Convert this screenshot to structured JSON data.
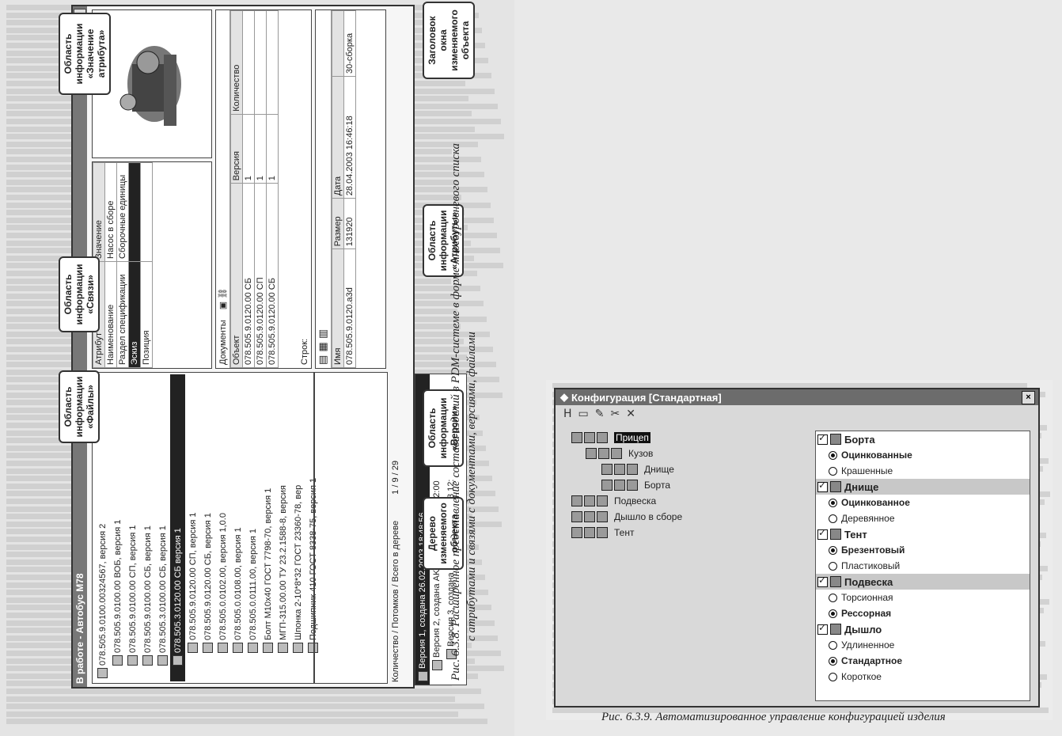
{
  "figure1": {
    "window_title": "В работе - Автобус М78",
    "tree_items": [
      {
        "text": "078.505.9.0100.00324567, версия 2"
      },
      {
        "text": "078.505.9.0100.00 ВОБ, версия 1"
      },
      {
        "text": "078.505.9.0100.00 СП, версия 1"
      },
      {
        "text": "078.505.9.0100.00 СБ, версия 1"
      },
      {
        "text": "078.505.3.0100.00 СБ, версия 1"
      },
      {
        "text": "078.505.3.0120.00 СБ версия 1"
      },
      {
        "text": "078.505.9.0120.00 СП, версия 1"
      },
      {
        "text": "078.505.9.0120.00 СБ, версия 1"
      },
      {
        "text": "078.505.0.0102.00, версия 1,0.0"
      },
      {
        "text": "078.505.0.0108.00, версия 1"
      },
      {
        "text": "078.505.0.0111.00, версия 1"
      },
      {
        "text": "Болт М10х40 ГОСТ 7798-70, версия 1"
      },
      {
        "text": "МГП-315.00.00 ТУ 23.2.1588-8, версия"
      },
      {
        "text": "Шпонка 2-10*8*32 ГОСТ 23360-78, вер"
      },
      {
        "text": "Подшипник 410 ГОСТ 8338-75, версия 1"
      }
    ],
    "tree_selected_index": 5,
    "tree_status": "Количество / Потомков / Всего в дереве",
    "tree_status_value": "1 / 9 / 29",
    "attr_headers": [
      "Атрибут",
      "Значение"
    ],
    "attr_rows": [
      [
        "Наименование",
        "Насос в сборе"
      ],
      [
        "Раздел спецификации",
        "Сборочные единицы"
      ],
      [
        "Эскиз",
        ""
      ],
      [
        "Позиция",
        ""
      ]
    ],
    "links_tab": "Документы",
    "links_headers": [
      "Объект",
      "Версия",
      "Количество"
    ],
    "links_rows": [
      [
        "078.505.9.0120.00 СБ",
        "1",
        ""
      ],
      [
        "078.505.9.0120.00 СП",
        "1",
        ""
      ],
      [
        "078.505.9.0120.00 СБ",
        "1",
        ""
      ]
    ],
    "links_status": "Строк:",
    "files_headers": [
      "Имя",
      "Размер",
      "Дата"
    ],
    "files_rows": [
      [
        "078.505.9.0120.a3d",
        "131920",
        "28.04.2003 16:46:18",
        "30-сборка"
      ]
    ],
    "versions": [
      {
        "text": "Версия 1, создана 26.02.2003 18:48:56"
      },
      {
        "text": "Версия 2, создана AKVivin 05.08.2003 12:00"
      },
      {
        "text": "Версия 3, создана AKVivin 05.08.2003 12:"
      }
    ],
    "callouts": {
      "title": "Заголовок окна изменяемого объекта",
      "tree": "Дерево изменяемого объекта",
      "attributes": "Область информации «Атрибуты»",
      "value": "Область информации «Значение атрибута»",
      "links": "Область информации «Связи»",
      "versions": "Область информации «Версии»",
      "files": "Область информации «Файлы»"
    },
    "caption_line1": "Рис. 6.3.8. Расширенное представление состава изделий в PDM-системе в форме многоуровневого списка",
    "caption_line2": "с атрибутами и связями с документами, версиями, файлами"
  },
  "figure2": {
    "window_title": "Конфигурация [Стандартная]",
    "close_glyph": "×",
    "toolbar_glyph": "H",
    "tree": [
      {
        "text": "Прицеп",
        "selected": true
      },
      {
        "text": "Кузов",
        "selected": false
      },
      {
        "text": "Днище",
        "selected": false
      },
      {
        "text": "Борта",
        "selected": false
      },
      {
        "text": "Подвеска",
        "selected": false
      },
      {
        "text": "Дышло в сборе",
        "selected": false
      },
      {
        "text": "Тент",
        "selected": false
      }
    ],
    "groups": [
      {
        "name": "Борта",
        "options": [
          {
            "text": "Оцинкованные",
            "checked": true
          },
          {
            "text": "Крашенные",
            "checked": false
          }
        ]
      },
      {
        "name": "Днище",
        "options": [
          {
            "text": "Оцинкованное",
            "checked": true
          },
          {
            "text": "Деревянное",
            "checked": false
          }
        ]
      },
      {
        "name": "Тент",
        "options": [
          {
            "text": "Брезентовый",
            "checked": true
          },
          {
            "text": "Пластиковый",
            "checked": false
          }
        ]
      },
      {
        "name": "Подвеска",
        "options": [
          {
            "text": "Торсионная",
            "checked": false
          },
          {
            "text": "Рессорная",
            "checked": true
          }
        ]
      },
      {
        "name": "Дышло",
        "options": [
          {
            "text": "Удлиненное",
            "checked": false
          },
          {
            "text": "Стандартное",
            "checked": true
          },
          {
            "text": "Короткое",
            "checked": false
          }
        ]
      }
    ],
    "caption": "Рис. 6.3.9. Автоматизированное управление конфигурацией изделия"
  }
}
